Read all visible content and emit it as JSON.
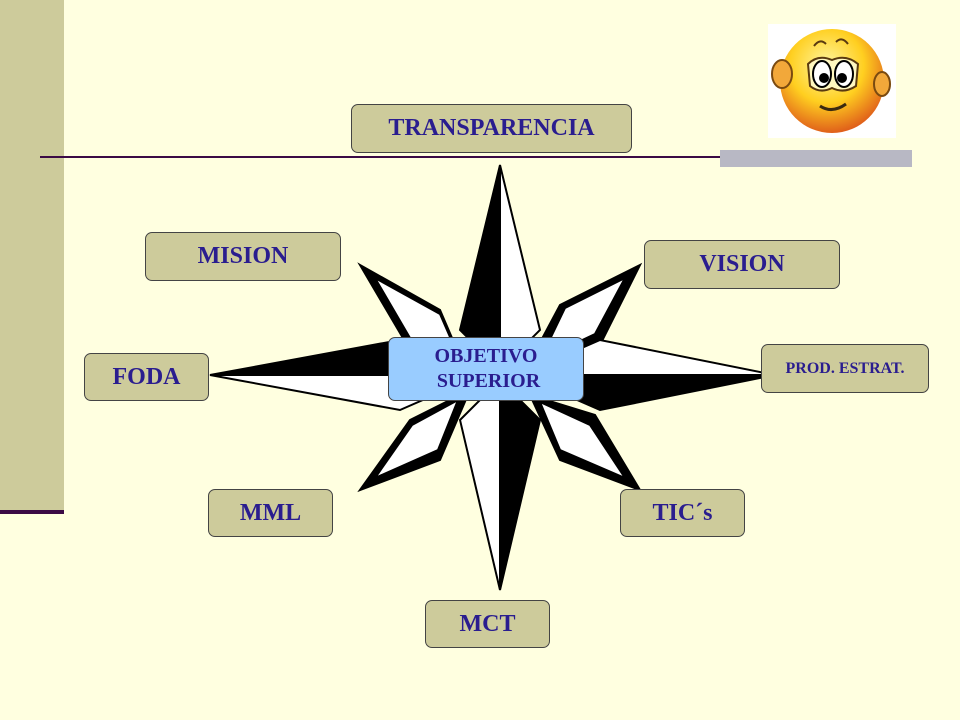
{
  "nodes": {
    "center": {
      "line1": "OBJETIVO",
      "line2": " SUPERIOR"
    },
    "transparencia": "TRANSPARENCIA",
    "mision": "MISION",
    "vision": "VISION",
    "foda": "FODA",
    "prod_estrat": "PROD. ESTRAT.",
    "mml": "MML",
    "tics": "TIC´s",
    "mct": "MCT"
  },
  "colors": {
    "background": "#ffffe0",
    "box_fill": "#cdcb9b",
    "center_fill": "#99ccff",
    "text": "#2a1d8f",
    "rule": "#3b0a45"
  },
  "icons": {
    "corner_image": "smiley-face-icon"
  }
}
